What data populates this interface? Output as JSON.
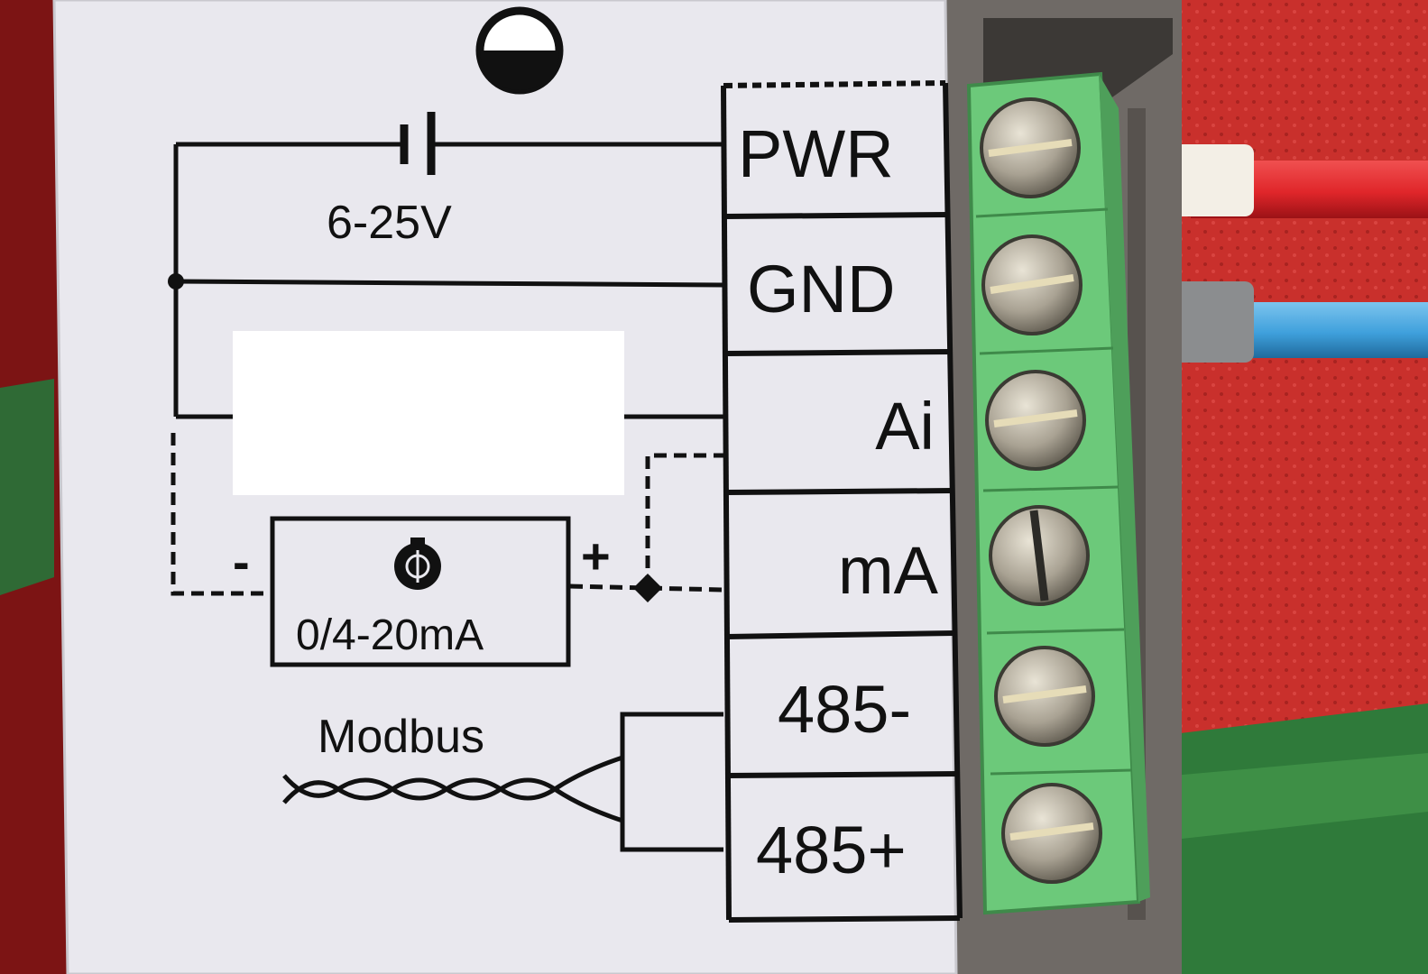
{
  "diagram": {
    "supply_voltage": "6-25V",
    "terminals": [
      "PWR",
      "GND",
      "Ai",
      "mA",
      "485-",
      "485+"
    ],
    "sensor": {
      "range": "0/4-20mA",
      "minus_sign": "-",
      "plus_sign": "+"
    },
    "bus_label": "Modbus"
  },
  "colors": {
    "label_panel": "#e9e8ee",
    "terminal_block": "#6cc97a",
    "housing": "#6f6a66",
    "wire_red": "#e0262a",
    "wire_blue": "#3fa0dc",
    "fabric_red": "#c9302c",
    "fabric_green": "#2f7a3a"
  },
  "icons": {
    "tank": "half-filled-circle-icon",
    "battery": "battery-symbol-icon",
    "sensor": "pressure-sensor-icon",
    "screw": "slotted-screw-icon"
  }
}
